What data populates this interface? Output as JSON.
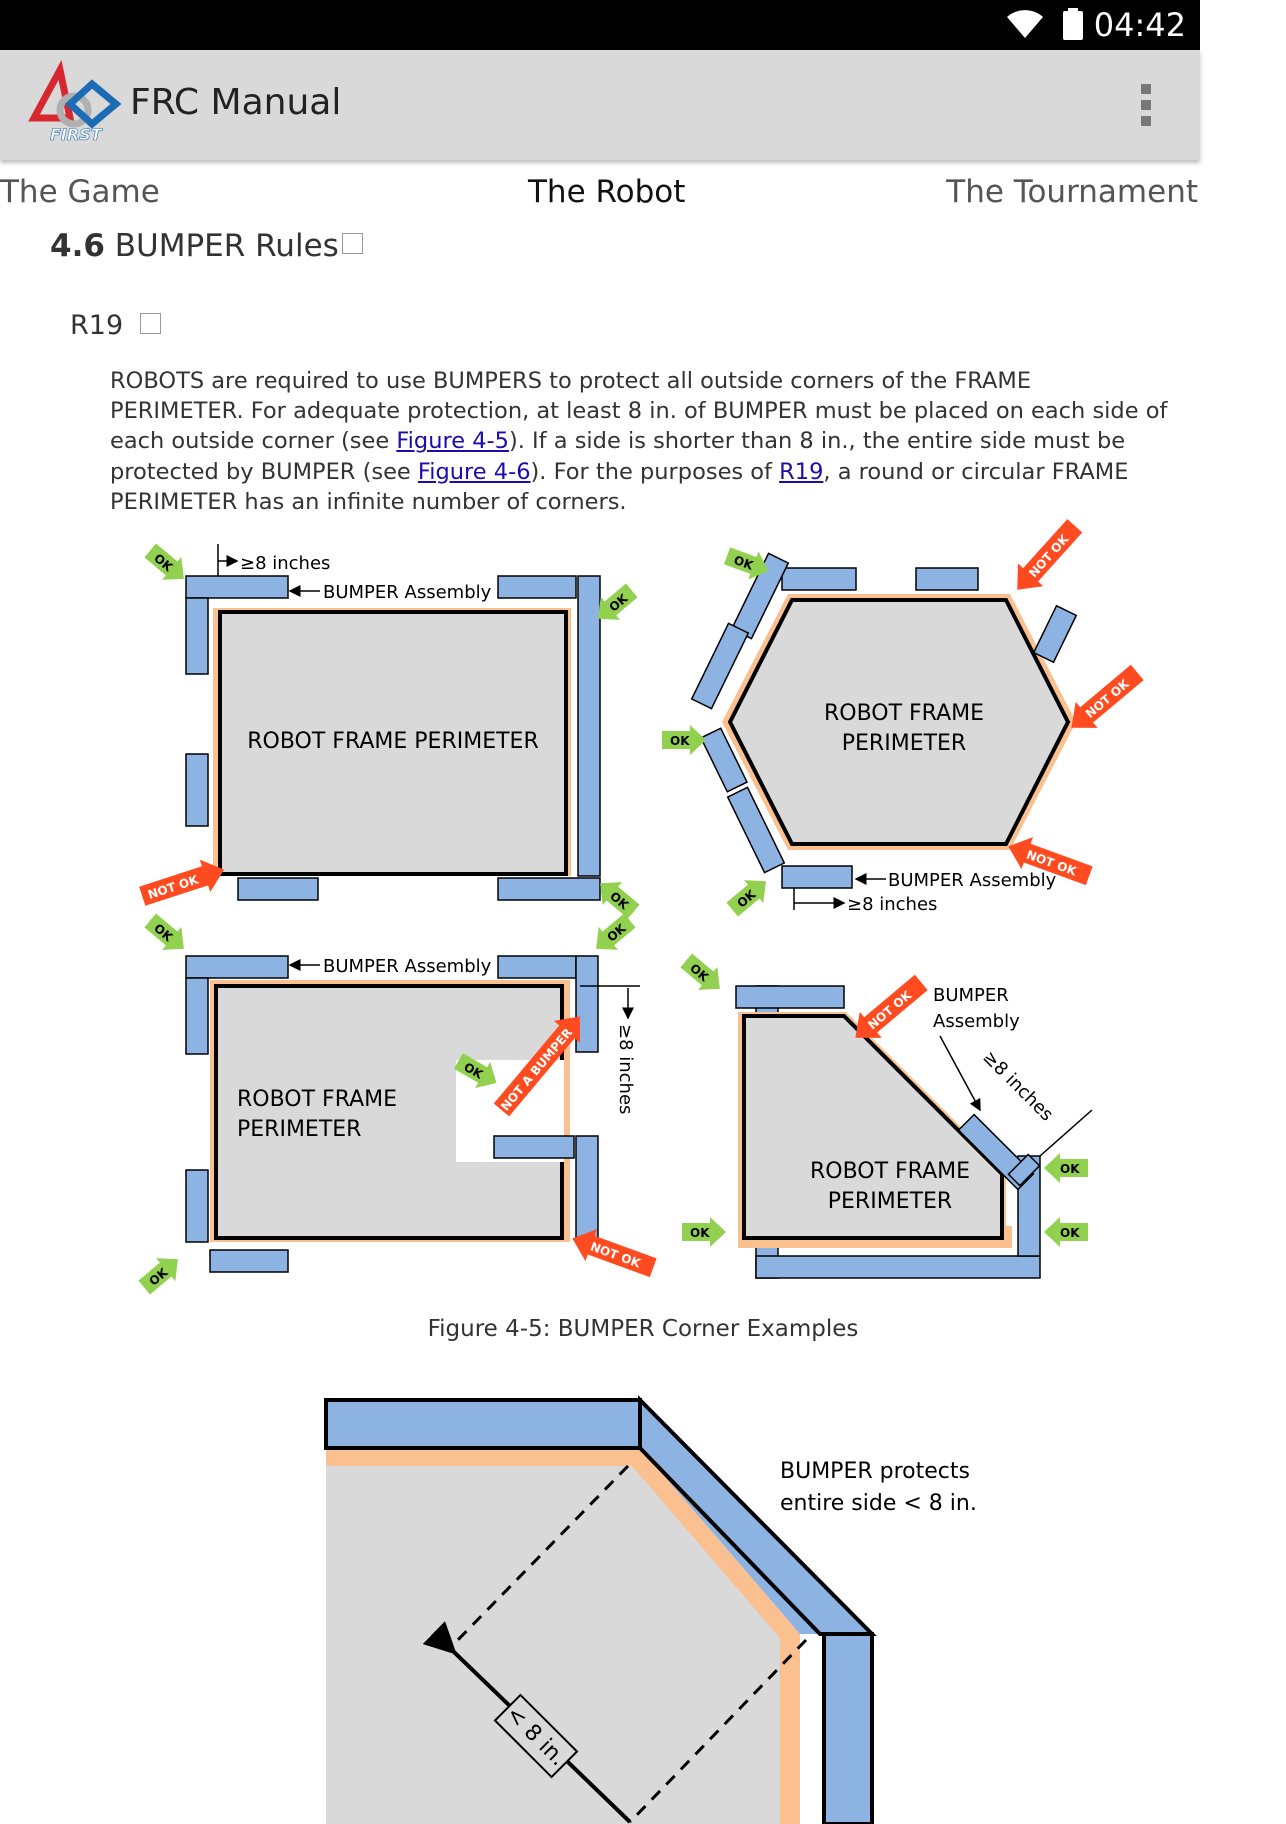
{
  "status_bar": {
    "time": "04:42",
    "wifi_icon": "wifi-icon",
    "battery_icon": "battery-icon"
  },
  "app_bar": {
    "title": "FRC Manual",
    "logo_text": "FIRST",
    "menu_icon": "overflow-menu-icon"
  },
  "tabs": [
    {
      "label": "The Game"
    },
    {
      "label": "The Robot",
      "selected": true
    },
    {
      "label": "The Tournament"
    }
  ],
  "section": {
    "number": "4.6",
    "title": "BUMPER Rules"
  },
  "rule": {
    "id": "R19",
    "text_1": "ROBOTS are required to use BUMPERS to protect all outside corners of the FRAME PERIMETER. For adequate protection, at least 8 in. of BUMPER must be placed on each side of each outside corner (see ",
    "link_1": "Figure 4-5",
    "text_2": "). If a side is shorter than 8 in., the entire side must be protected by BUMPER (see ",
    "link_2": "Figure 4-6",
    "text_3": "). For the purposes of ",
    "link_3": "R19",
    "text_4": ", a round or circular FRAME PERIMETER has an infinite number of corners."
  },
  "figure_4_5": {
    "caption": "Figure 4-5: BUMPER Corner Examples",
    "labels": {
      "ok": "OK",
      "not_ok": "NOT OK",
      "not_a_bumper": "NOT A BUMPER",
      "eight_inches": "≥8 inches",
      "bumper_assembly": "BUMPER Assembly",
      "bumper": "BUMPER",
      "assembly": "Assembly",
      "frame_perimeter_full": "ROBOT FRAME PERIMETER",
      "robot_frame": "ROBOT FRAME",
      "perimeter": "PERIMETER"
    },
    "colors": {
      "bumper": "#8db3e2",
      "frame_gap": "#fac090",
      "frame": "#d9d9d9",
      "ok": "#92d050",
      "not_ok": "#ff4b1f"
    }
  },
  "figure_4_6": {
    "label_line1": "BUMPER protects",
    "label_line2": "entire side < 8 in.",
    "dimension": "< 8 in."
  }
}
